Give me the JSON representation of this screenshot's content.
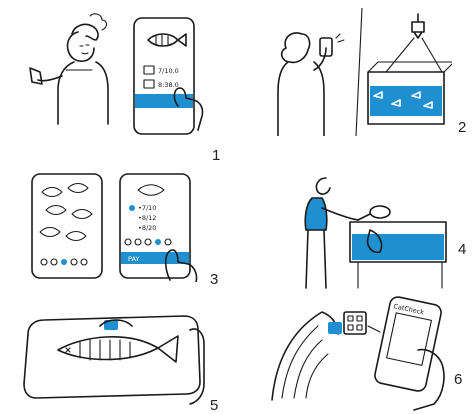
{
  "panels": [
    {
      "number": "1",
      "phone_price": "7/10.0",
      "phone_price2": "8:38.0"
    },
    {
      "number": "2"
    },
    {
      "number": "3",
      "list_line1": "•7/10",
      "list_line2": "•8/12",
      "list_line3": "•8/20",
      "button_label": "PAY"
    },
    {
      "number": "4"
    },
    {
      "number": "5"
    },
    {
      "number": "6",
      "device_label": "CatCheck"
    }
  ],
  "colors": {
    "accent": "#1f8fd0",
    "ink": "#1a1a1a",
    "background": "#ffffff"
  }
}
